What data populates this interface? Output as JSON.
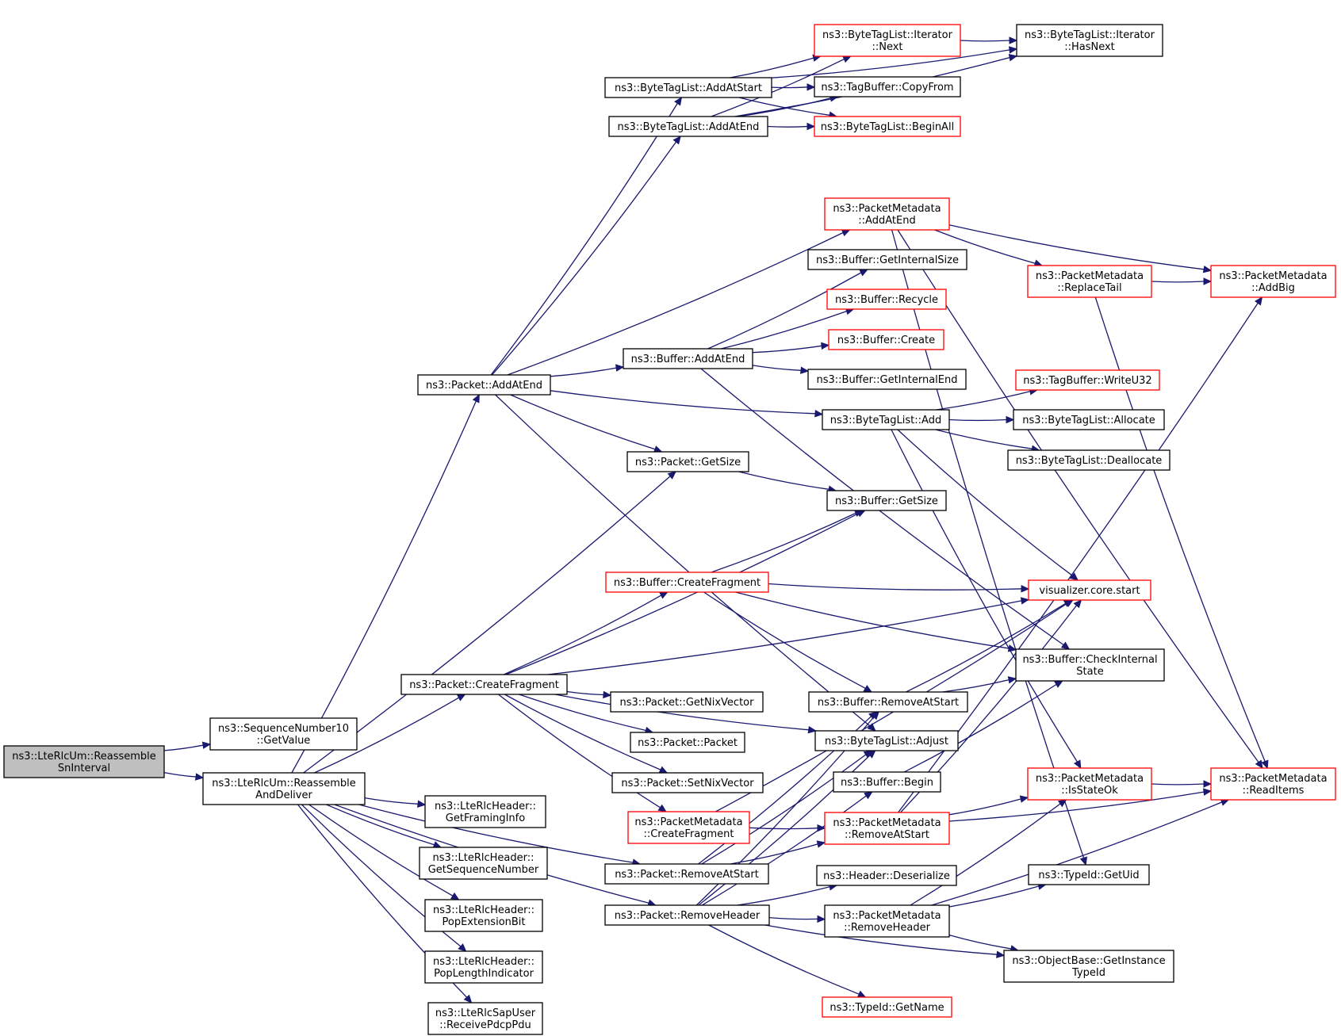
{
  "colors": {
    "edge": "#191970",
    "border_default": "#000000",
    "border_red": "#ff0000",
    "root_fill": "#bfbfbf",
    "node_fill": "#ffffff"
  },
  "nodes": {
    "root": {
      "lines": [
        "ns3::LteRlcUm::Reassemble",
        "SnInterval"
      ],
      "style": "root"
    },
    "seqGetValue": {
      "lines": [
        "ns3::SequenceNumber10",
        "::GetValue"
      ],
      "style": "black"
    },
    "reassembleAndDeliver": {
      "lines": [
        "ns3::LteRlcUm::Reassemble",
        "AndDeliver"
      ],
      "style": "black"
    },
    "packetAddAtEnd": {
      "lines": [
        "ns3::Packet::AddAtEnd"
      ],
      "style": "black"
    },
    "packetCreateFragment": {
      "lines": [
        "ns3::Packet::CreateFragment"
      ],
      "style": "black"
    },
    "getFramingInfo": {
      "lines": [
        "ns3::LteRlcHeader::",
        "GetFramingInfo"
      ],
      "style": "black"
    },
    "getSequenceNumber": {
      "lines": [
        "ns3::LteRlcHeader::",
        "GetSequenceNumber"
      ],
      "style": "black"
    },
    "popExtensionBit": {
      "lines": [
        "ns3::LteRlcHeader::",
        "PopExtensionBit"
      ],
      "style": "black"
    },
    "popLengthIndicator": {
      "lines": [
        "ns3::LteRlcHeader::",
        "PopLengthIndicator"
      ],
      "style": "black"
    },
    "receivePdcpPdu": {
      "lines": [
        "ns3::LteRlcSapUser",
        "::ReceivePdcpPdu"
      ],
      "style": "black"
    },
    "bytetagAddAtStart": {
      "lines": [
        "ns3::ByteTagList::AddAtStart"
      ],
      "style": "black"
    },
    "bytetagAddAtEnd": {
      "lines": [
        "ns3::ByteTagList::AddAtEnd"
      ],
      "style": "black"
    },
    "bufferAddAtEnd": {
      "lines": [
        "ns3::Buffer::AddAtEnd"
      ],
      "style": "black"
    },
    "packetGetSize": {
      "lines": [
        "ns3::Packet::GetSize"
      ],
      "style": "black"
    },
    "bufferCreateFragment": {
      "lines": [
        "ns3::Buffer::CreateFragment"
      ],
      "style": "red"
    },
    "packetGetNixVector": {
      "lines": [
        "ns3::Packet::GetNixVector"
      ],
      "style": "black"
    },
    "packetPacket": {
      "lines": [
        "ns3::Packet::Packet"
      ],
      "style": "black"
    },
    "packetSetNixVector": {
      "lines": [
        "ns3::Packet::SetNixVector"
      ],
      "style": "black"
    },
    "pmCreateFragment": {
      "lines": [
        "ns3::PacketMetadata",
        "::CreateFragment"
      ],
      "style": "red"
    },
    "packetRemoveAtStart": {
      "lines": [
        "ns3::Packet::RemoveAtStart"
      ],
      "style": "black"
    },
    "packetRemoveHeader": {
      "lines": [
        "ns3::Packet::RemoveHeader"
      ],
      "style": "black"
    },
    "iterNext": {
      "lines": [
        "ns3::ByteTagList::Iterator",
        "::Next"
      ],
      "style": "red"
    },
    "iterHasNext": {
      "lines": [
        "ns3::ByteTagList::Iterator",
        "::HasNext"
      ],
      "style": "black"
    },
    "tagBufferCopyFrom": {
      "lines": [
        "ns3::TagBuffer::CopyFrom"
      ],
      "style": "black"
    },
    "bytetagBeginAll": {
      "lines": [
        "ns3::ByteTagList::BeginAll"
      ],
      "style": "red"
    },
    "pmAddAtEnd": {
      "lines": [
        "ns3::PacketMetadata",
        "::AddAtEnd"
      ],
      "style": "red"
    },
    "bufferGetInternalSize": {
      "lines": [
        "ns3::Buffer::GetInternalSize"
      ],
      "style": "black"
    },
    "bufferRecycle": {
      "lines": [
        "ns3::Buffer::Recycle"
      ],
      "style": "red"
    },
    "bufferCreate": {
      "lines": [
        "ns3::Buffer::Create"
      ],
      "style": "red"
    },
    "bufferGetInternalEnd": {
      "lines": [
        "ns3::Buffer::GetInternalEnd"
      ],
      "style": "black"
    },
    "bytetagAdd": {
      "lines": [
        "ns3::ByteTagList::Add"
      ],
      "style": "black"
    },
    "bufferGetSize": {
      "lines": [
        "ns3::Buffer::GetSize"
      ],
      "style": "black"
    },
    "bufferRemoveAtStart": {
      "lines": [
        "ns3::Buffer::RemoveAtStart"
      ],
      "style": "black"
    },
    "bytetagAdjust": {
      "lines": [
        "ns3::ByteTagList::Adjust"
      ],
      "style": "black"
    },
    "bufferBegin": {
      "lines": [
        "ns3::Buffer::Begin"
      ],
      "style": "black"
    },
    "pmRemoveAtStart": {
      "lines": [
        "ns3::PacketMetadata",
        "::RemoveAtStart"
      ],
      "style": "red"
    },
    "headerDeserialize": {
      "lines": [
        "ns3::Header::Deserialize"
      ],
      "style": "black"
    },
    "pmRemoveHeader": {
      "lines": [
        "ns3::PacketMetadata",
        "::RemoveHeader"
      ],
      "style": "black"
    },
    "typeIdGetName": {
      "lines": [
        "ns3::TypeId::GetName"
      ],
      "style": "red"
    },
    "pmReplaceTail": {
      "lines": [
        "ns3::PacketMetadata",
        "::ReplaceTail"
      ],
      "style": "red"
    },
    "pmAddBig": {
      "lines": [
        "ns3::PacketMetadata",
        "::AddBig"
      ],
      "style": "red"
    },
    "tagBufferWriteU32": {
      "lines": [
        "ns3::TagBuffer::WriteU32"
      ],
      "style": "red"
    },
    "bytetagAllocate": {
      "lines": [
        "ns3::ByteTagList::Allocate"
      ],
      "style": "black"
    },
    "bytetagDeallocate": {
      "lines": [
        "ns3::ByteTagList::Deallocate"
      ],
      "style": "black"
    },
    "visualizerCoreStart": {
      "lines": [
        "visualizer.core.start"
      ],
      "style": "red"
    },
    "bufferCheckInternalState": {
      "lines": [
        "ns3::Buffer::CheckInternal",
        "State"
      ],
      "style": "black"
    },
    "pmIsStateOk": {
      "lines": [
        "ns3::PacketMetadata",
        "::IsStateOk"
      ],
      "style": "red"
    },
    "pmReadItems": {
      "lines": [
        "ns3::PacketMetadata",
        "::ReadItems"
      ],
      "style": "red"
    },
    "typeIdGetUid": {
      "lines": [
        "ns3::TypeId::GetUid"
      ],
      "style": "black"
    },
    "objectBaseGetInstanceTypeId": {
      "lines": [
        "ns3::ObjectBase::GetInstance",
        "TypeId"
      ],
      "style": "black"
    }
  },
  "edges": [
    [
      "root",
      "seqGetValue"
    ],
    [
      "root",
      "reassembleAndDeliver"
    ],
    [
      "reassembleAndDeliver",
      "packetAddAtEnd"
    ],
    [
      "reassembleAndDeliver",
      "packetCreateFragment"
    ],
    [
      "reassembleAndDeliver",
      "packetGetSize"
    ],
    [
      "reassembleAndDeliver",
      "packetRemoveAtStart"
    ],
    [
      "reassembleAndDeliver",
      "packetRemoveHeader"
    ],
    [
      "reassembleAndDeliver",
      "getFramingInfo"
    ],
    [
      "reassembleAndDeliver",
      "getSequenceNumber"
    ],
    [
      "reassembleAndDeliver",
      "popExtensionBit"
    ],
    [
      "reassembleAndDeliver",
      "popLengthIndicator"
    ],
    [
      "reassembleAndDeliver",
      "receivePdcpPdu"
    ],
    [
      "packetAddAtEnd",
      "bytetagAddAtStart"
    ],
    [
      "packetAddAtEnd",
      "bytetagAddAtEnd"
    ],
    [
      "packetAddAtEnd",
      "pmAddAtEnd"
    ],
    [
      "packetAddAtEnd",
      "bufferAddAtEnd"
    ],
    [
      "packetAddAtEnd",
      "bytetagAdd"
    ],
    [
      "packetAddAtEnd",
      "packetGetSize"
    ],
    [
      "packetAddAtEnd",
      "bytetagAdjust"
    ],
    [
      "packetCreateFragment",
      "bufferCreateFragment"
    ],
    [
      "packetCreateFragment",
      "bufferGetSize"
    ],
    [
      "packetCreateFragment",
      "visualizerCoreStart"
    ],
    [
      "packetCreateFragment",
      "packetGetNixVector"
    ],
    [
      "packetCreateFragment",
      "packetPacket"
    ],
    [
      "packetCreateFragment",
      "packetSetNixVector"
    ],
    [
      "packetCreateFragment",
      "pmCreateFragment"
    ],
    [
      "packetCreateFragment",
      "bytetagAdjust"
    ],
    [
      "bytetagAddAtStart",
      "iterNext"
    ],
    [
      "bytetagAddAtStart",
      "iterHasNext"
    ],
    [
      "bytetagAddAtStart",
      "tagBufferCopyFrom"
    ],
    [
      "bytetagAddAtStart",
      "bytetagBeginAll"
    ],
    [
      "bytetagAddAtEnd",
      "iterNext"
    ],
    [
      "bytetagAddAtEnd",
      "tagBufferCopyFrom"
    ],
    [
      "bytetagAddAtEnd",
      "bytetagBeginAll"
    ],
    [
      "bytetagAddAtEnd",
      "iterHasNext"
    ],
    [
      "iterNext",
      "iterHasNext"
    ],
    [
      "pmAddAtEnd",
      "pmReplaceTail"
    ],
    [
      "pmAddAtEnd",
      "pmAddBig"
    ],
    [
      "pmAddAtEnd",
      "pmReadItems"
    ],
    [
      "pmAddAtEnd",
      "typeIdGetUid"
    ],
    [
      "pmReplaceTail",
      "pmAddBig"
    ],
    [
      "pmReplaceTail",
      "pmReadItems"
    ],
    [
      "bufferAddAtEnd",
      "bufferGetInternalSize"
    ],
    [
      "bufferAddAtEnd",
      "bufferRecycle"
    ],
    [
      "bufferAddAtEnd",
      "bufferCreate"
    ],
    [
      "bufferAddAtEnd",
      "bufferGetInternalEnd"
    ],
    [
      "bufferAddAtEnd",
      "bufferCheckInternalState"
    ],
    [
      "bytetagAdd",
      "tagBufferWriteU32"
    ],
    [
      "bytetagAdd",
      "bytetagAllocate"
    ],
    [
      "bytetagAdd",
      "bytetagDeallocate"
    ],
    [
      "bytetagAdd",
      "visualizerCoreStart"
    ],
    [
      "bytetagAdd",
      "pmIsStateOk"
    ],
    [
      "packetGetSize",
      "bufferGetSize"
    ],
    [
      "bufferCreateFragment",
      "bufferGetSize"
    ],
    [
      "bufferCreateFragment",
      "visualizerCoreStart"
    ],
    [
      "bufferCreateFragment",
      "bufferRemoveAtStart"
    ],
    [
      "bufferCreateFragment",
      "bufferCheckInternalState"
    ],
    [
      "pmCreateFragment",
      "pmRemoveAtStart"
    ],
    [
      "pmCreateFragment",
      "visualizerCoreStart"
    ],
    [
      "packetRemoveAtStart",
      "bufferRemoveAtStart"
    ],
    [
      "packetRemoveAtStart",
      "pmRemoveAtStart"
    ],
    [
      "packetRemoveAtStart",
      "bytetagAdjust"
    ],
    [
      "packetRemoveHeader",
      "bufferRemoveAtStart"
    ],
    [
      "packetRemoveHeader",
      "bytetagAdjust"
    ],
    [
      "packetRemoveHeader",
      "bufferBegin"
    ],
    [
      "packetRemoveHeader",
      "headerDeserialize"
    ],
    [
      "packetRemoveHeader",
      "pmRemoveHeader"
    ],
    [
      "packetRemoveHeader",
      "objectBaseGetInstanceTypeId"
    ],
    [
      "packetRemoveHeader",
      "typeIdGetName"
    ],
    [
      "bufferRemoveAtStart",
      "visualizerCoreStart"
    ],
    [
      "bufferRemoveAtStart",
      "bufferCheckInternalState"
    ],
    [
      "bufferBegin",
      "bufferCheckInternalState"
    ],
    [
      "pmRemoveAtStart",
      "pmIsStateOk"
    ],
    [
      "pmRemoveAtStart",
      "pmReadItems"
    ],
    [
      "pmRemoveAtStart",
      "pmAddBig"
    ],
    [
      "pmRemoveAtStart",
      "visualizerCoreStart"
    ],
    [
      "pmRemoveHeader",
      "pmIsStateOk"
    ],
    [
      "pmRemoveHeader",
      "typeIdGetUid"
    ],
    [
      "pmRemoveHeader",
      "pmReadItems"
    ],
    [
      "pmRemoveHeader",
      "objectBaseGetInstanceTypeId"
    ],
    [
      "pmIsStateOk",
      "pmReadItems"
    ]
  ]
}
